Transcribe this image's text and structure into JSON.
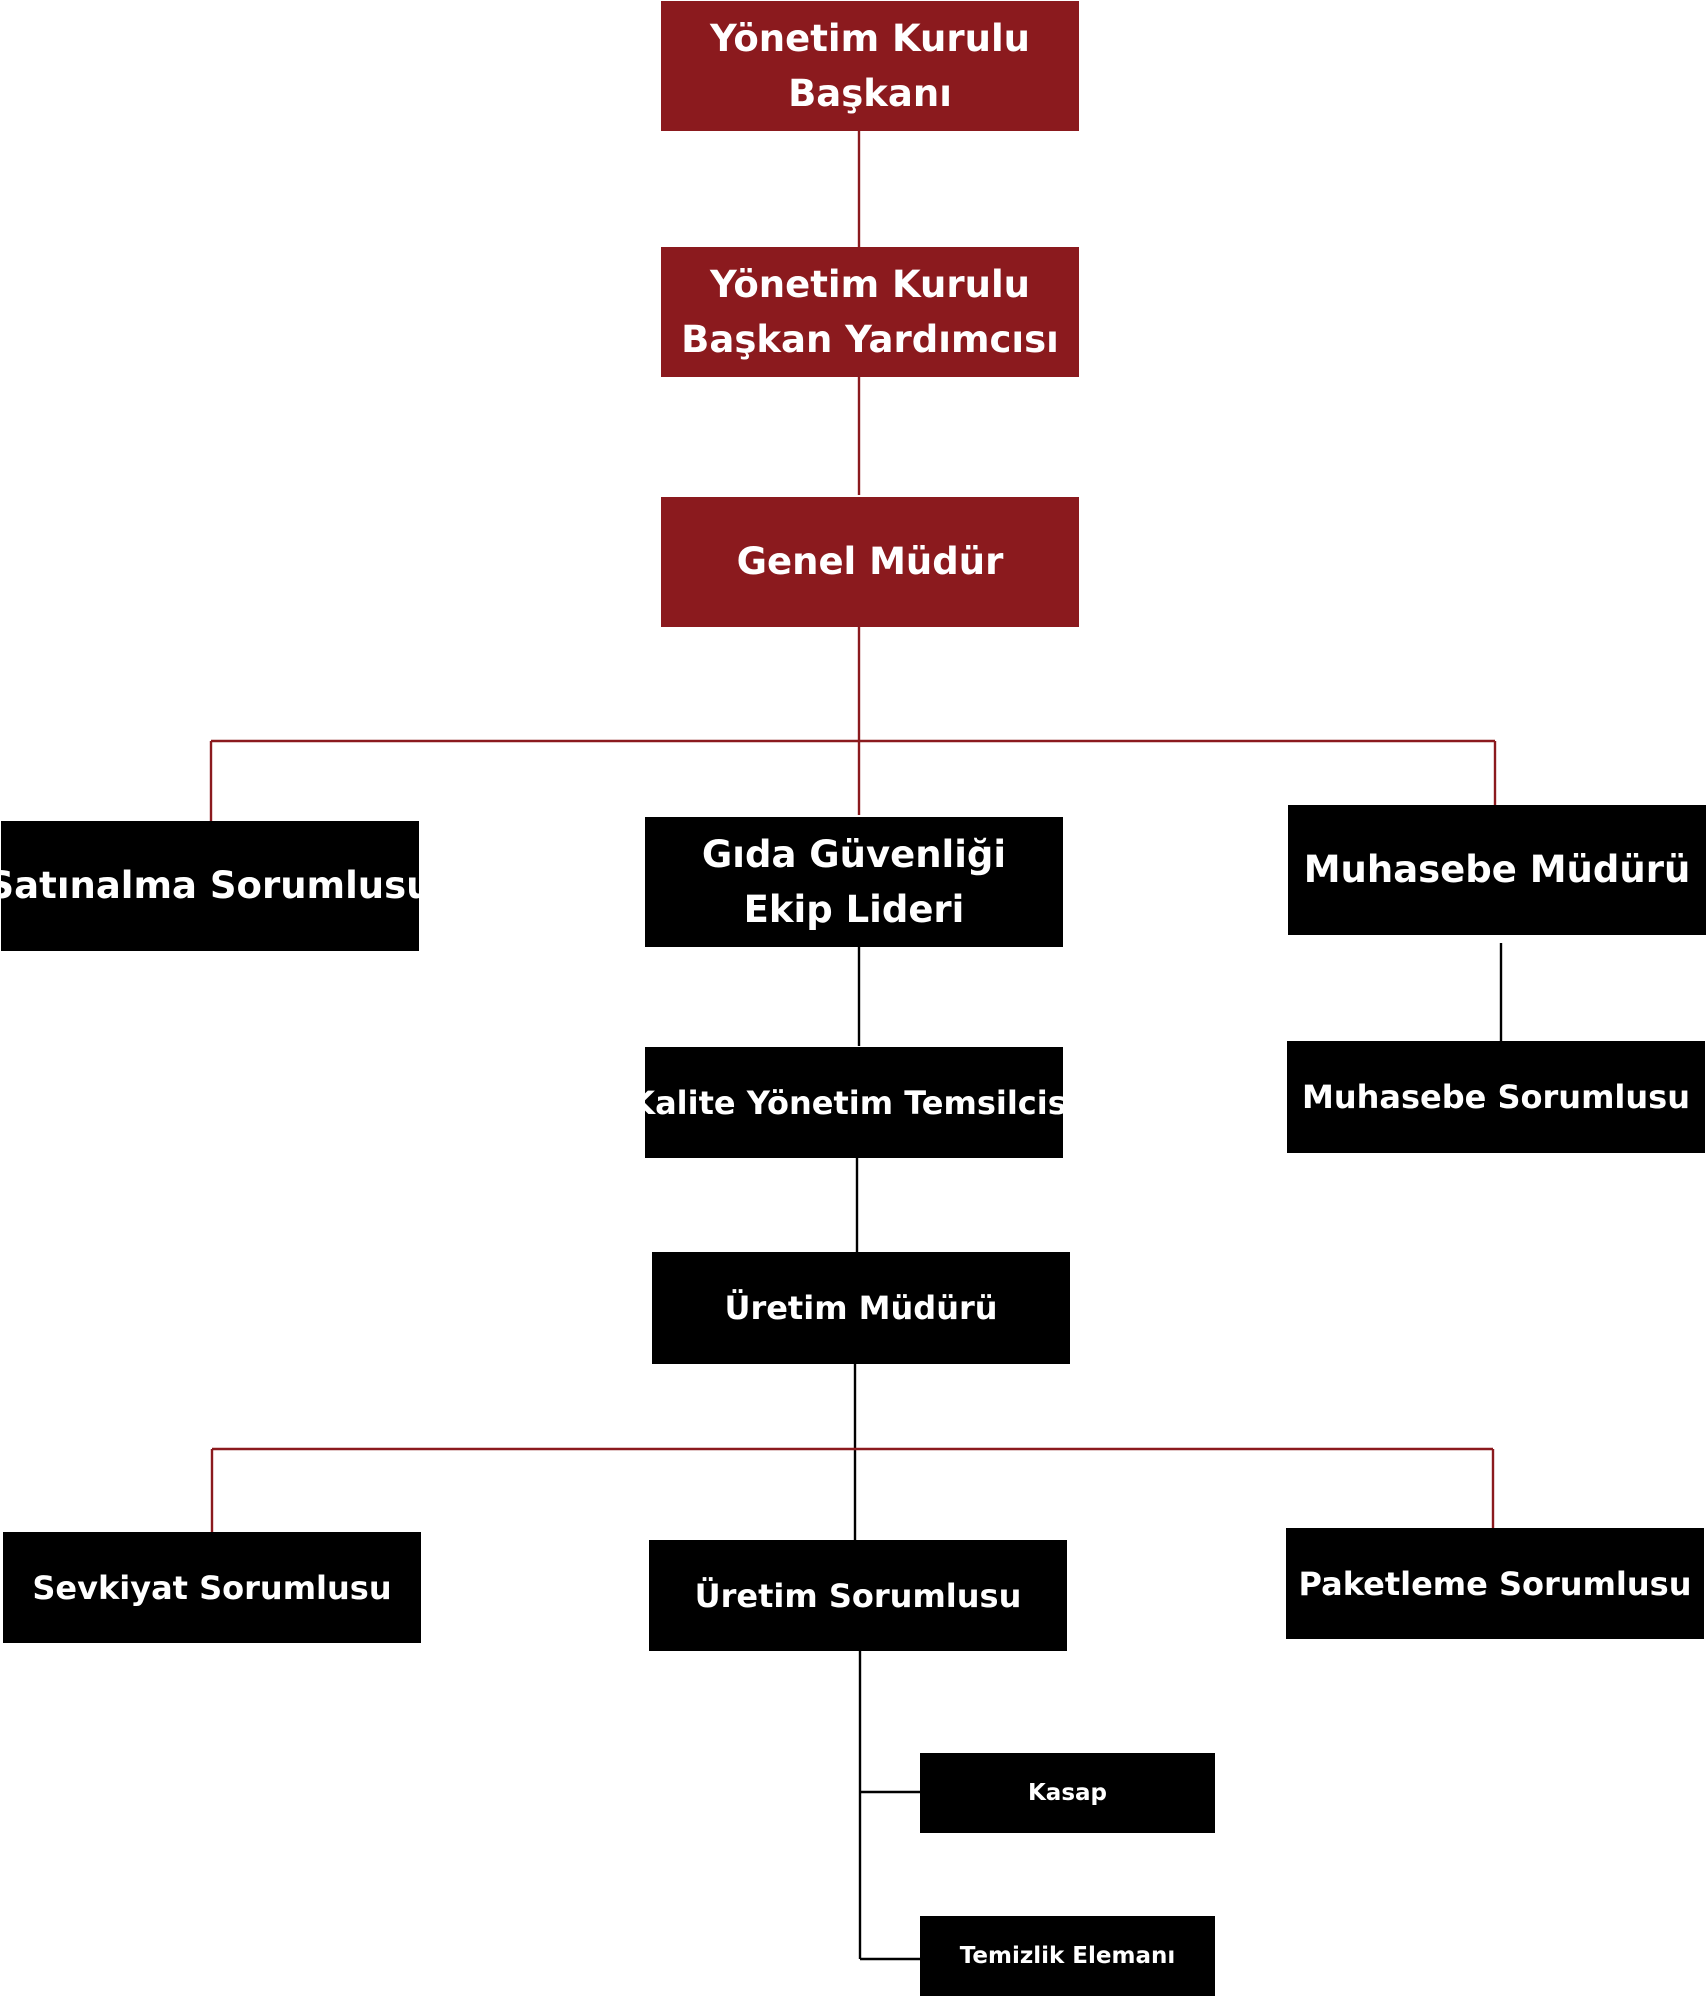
{
  "accent_red": "#8b1a1e",
  "box_black": "#000000",
  "nodes": {
    "ykb": "Yönetim Kurulu Başkanı",
    "ykby": "Yönetim Kurulu Başkan Yardımcısı",
    "gm": "Genel Müdür",
    "satinalma": "Satınalma Sorumlusu",
    "gida": "Gıda Güvenliği Ekip Lideri",
    "muh_mudur": "Muhasebe Müdürü",
    "kalite": "Kalite Yönetim Temsilcisi",
    "muh_sor": "Muhasebe Sorumlusu",
    "uretim_mudur": "Üretim Müdürü",
    "sevkiyat": "Sevkiyat Sorumlusu",
    "uretim_sor": "Üretim Sorumlusu",
    "paketleme": "Paketleme Sorumlusu",
    "kasap": "Kasap",
    "temizlik": "Temizlik Elemanı"
  },
  "labels": {
    "ykb_l1": "Yönetim Kurulu",
    "ykb_l2": "Başkanı",
    "ykby_l1": "Yönetim Kurulu",
    "ykby_l2": "Başkan Yardımcısı",
    "gida_l1": "Gıda Güvenliği",
    "gida_l2": "Ekip Lideri"
  }
}
